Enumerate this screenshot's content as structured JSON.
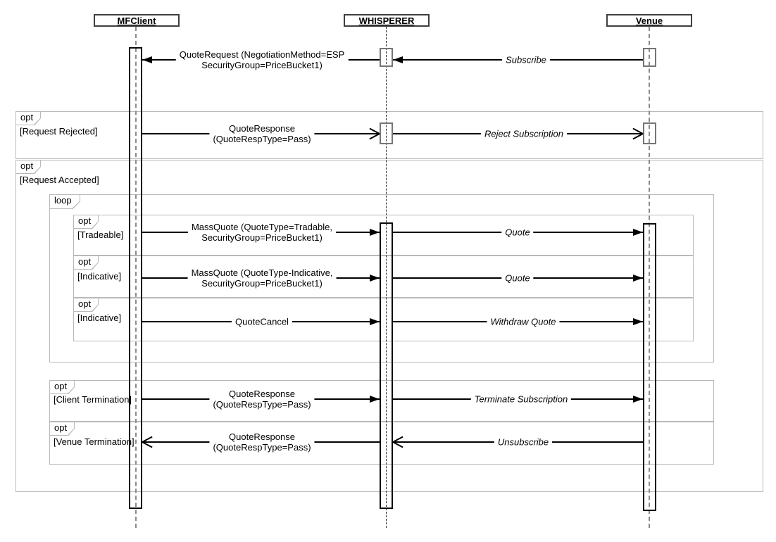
{
  "diagram": {
    "actors": {
      "mfclient": {
        "label": "MFClient"
      },
      "whisperer": {
        "label": "WHISPERER"
      },
      "venue": {
        "label": "Venue"
      }
    },
    "fragments": {
      "request_rejected": {
        "operator": "opt",
        "guard": "[Request Rejected]"
      },
      "request_accepted": {
        "operator": "opt",
        "guard": "[Request Accepted]"
      },
      "loop": {
        "operator": "loop",
        "guard": ""
      },
      "tradeable": {
        "operator": "opt",
        "guard": "[Tradeable]"
      },
      "indicative_quote": {
        "operator": "opt",
        "guard": "[Indicative]"
      },
      "indicative_cancel": {
        "operator": "opt",
        "guard": "[Indicative]"
      },
      "client_termination": {
        "operator": "opt",
        "guard": "[Client Termination]"
      },
      "venue_termination": {
        "operator": "opt",
        "guard": "[Venue Termination]"
      }
    },
    "messages": {
      "quote_request": {
        "label": "QuoteRequest (NegotiationMethod=ESP\nSecurityGroup=PriceBucket1)"
      },
      "subscribe": {
        "label": "Subscribe"
      },
      "quote_response_rejected": {
        "label": "QuoteResponse\n(QuoteRespType=Pass)"
      },
      "reject_subscription": {
        "label": "Reject Subscription"
      },
      "massquote_tradable": {
        "label": "MassQuote (QuoteType=Tradable,\nSecurityGroup=PriceBucket1)"
      },
      "quote_tradable": {
        "label": "Quote"
      },
      "massquote_indicative": {
        "label": "MassQuote (QuoteType-Indicative,\nSecurityGroup=PriceBucket1)"
      },
      "quote_indicative": {
        "label": "Quote"
      },
      "quote_cancel": {
        "label": "QuoteCancel"
      },
      "withdraw_quote": {
        "label": "Withdraw Quote"
      },
      "quote_response_client": {
        "label": "QuoteResponse\n(QuoteRespType=Pass)"
      },
      "terminate_subscription": {
        "label": "Terminate Subscription"
      },
      "quote_response_venue": {
        "label": "QuoteResponse\n(QuoteRespType=Pass)"
      },
      "unsubscribe": {
        "label": "Unsubscribe"
      }
    },
    "colors": {
      "frame_border": "#b9b9b9",
      "message_line": "#000000",
      "lifeline_gray": "#8c8c8c",
      "lifeline_dark": "#2b2b2b",
      "actor_border": "#3f3f3f",
      "activation_border_small": "#757575",
      "activation_border_long": "#0a0a0a",
      "background": "#ffffff"
    }
  }
}
